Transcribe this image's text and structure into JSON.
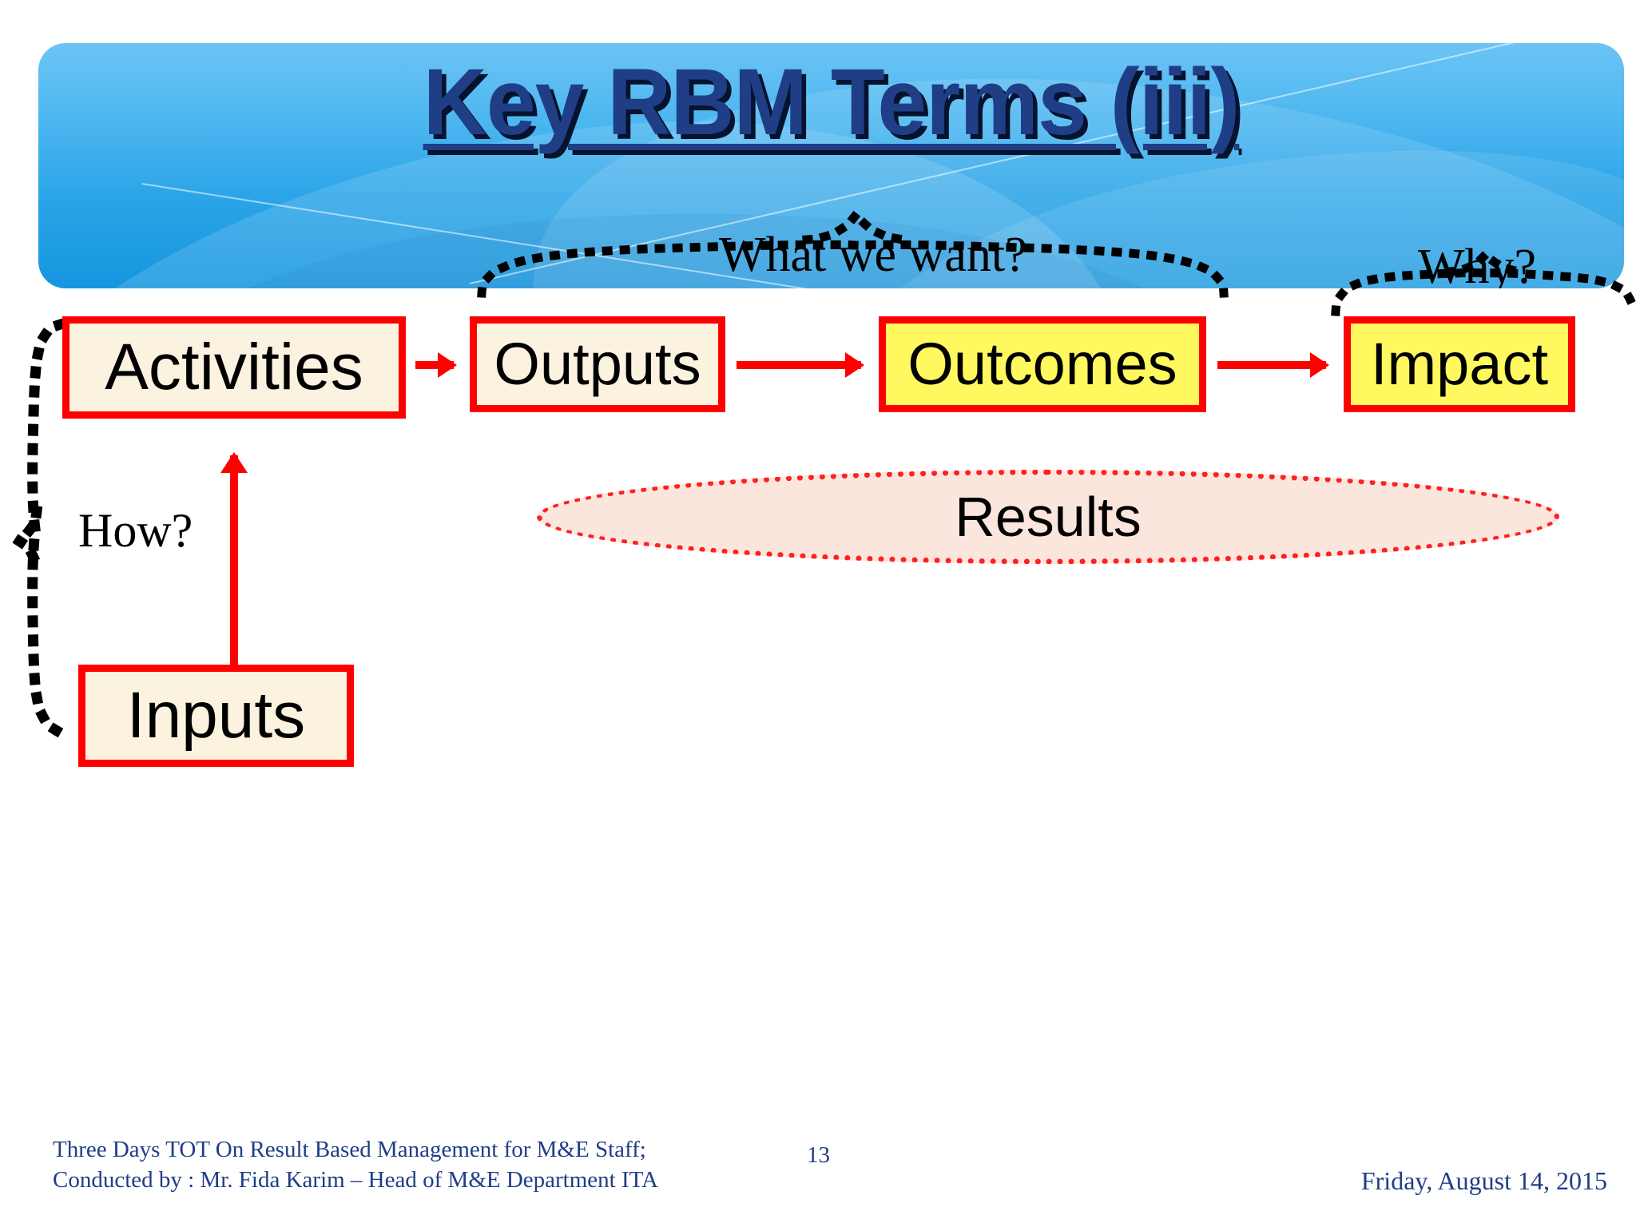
{
  "slide": {
    "title": "Key RBM Terms (iii)",
    "accent_blue": "#1F3E86",
    "banner_top": "#6CC4F4",
    "banner_bottom": "#1596DF",
    "box_border": "#FF0000",
    "fill_cream": "#FBF3DF",
    "fill_yellow": "#FFF95F",
    "ellipse_fill": "#FBE6DE"
  },
  "banner_labels": {
    "what_we_want": "What we want?",
    "why": "Why?"
  },
  "flow": {
    "boxes": [
      {
        "id": "activities",
        "label": "Activities",
        "fill": "cream"
      },
      {
        "id": "outputs",
        "label": "Outputs",
        "fill": "cream"
      },
      {
        "id": "outcomes",
        "label": "Outcomes",
        "fill": "yellow"
      },
      {
        "id": "impact",
        "label": "Impact",
        "fill": "yellow"
      },
      {
        "id": "inputs",
        "label": "Inputs",
        "fill": "cream"
      }
    ],
    "how_label": "How?",
    "results_label": "Results"
  },
  "footer": {
    "line1": "Three Days TOT On Result Based Management for M&E Staff;",
    "line2": "Conducted by : Mr. Fida Karim – Head of M&E Department ITA",
    "page_number": "13",
    "date": "Friday, August 14, 2015"
  }
}
